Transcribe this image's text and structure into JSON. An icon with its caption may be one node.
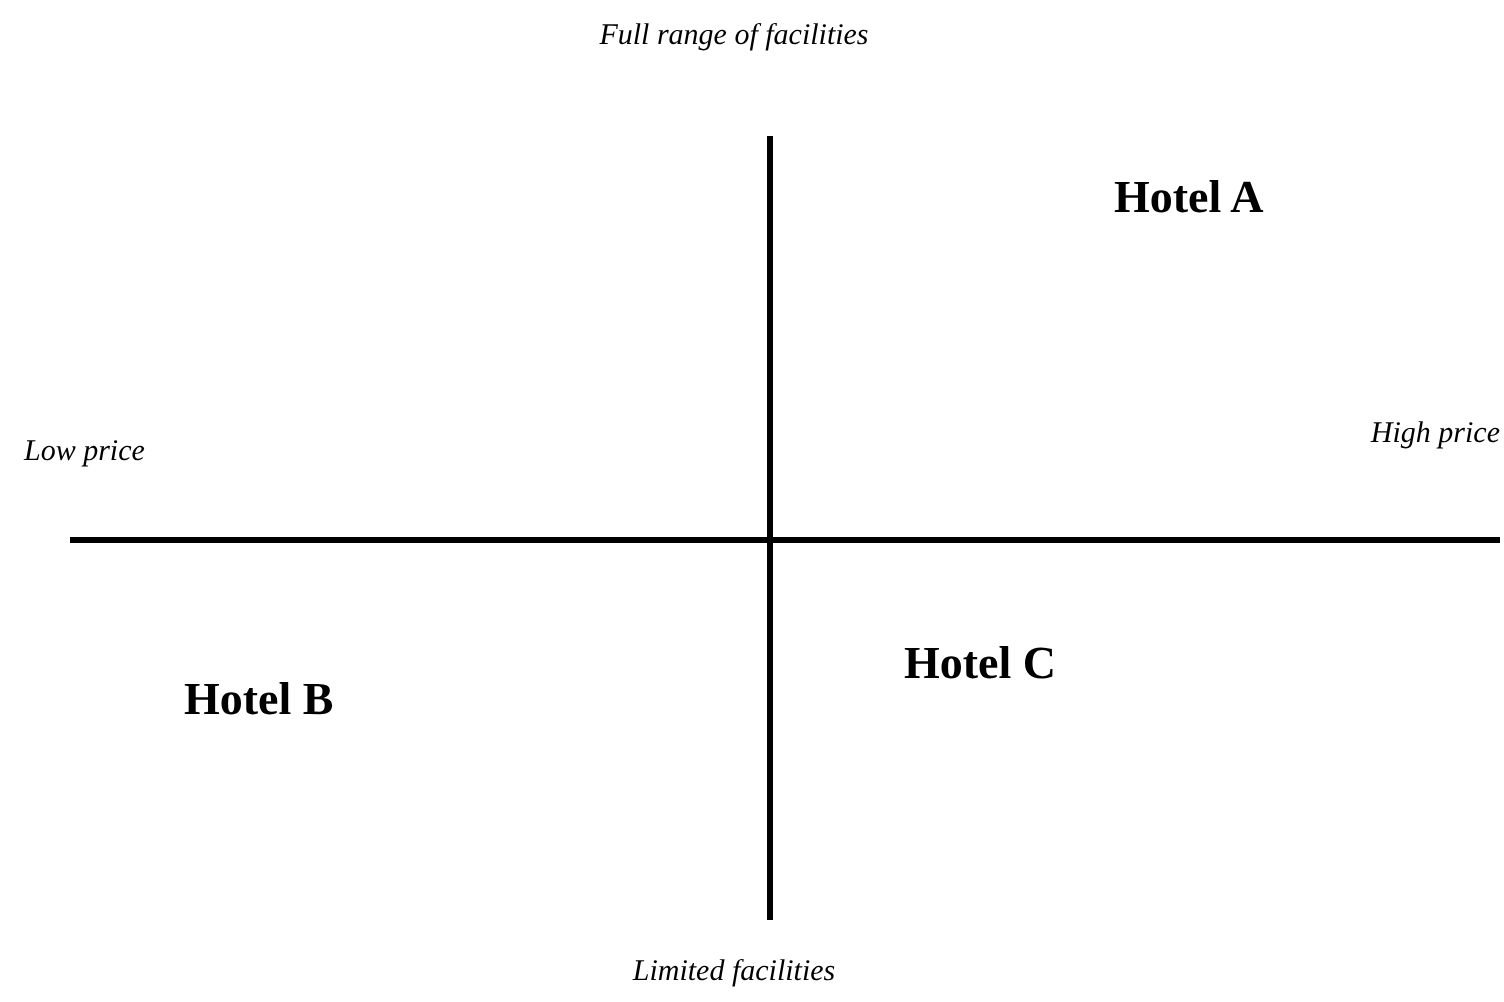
{
  "diagram": {
    "labels": [
      "Full range of facilities",
      "Hotel A",
      "Low price",
      "High price",
      "Hotel B",
      "Hotel C",
      "Limited facilities"
    ]
  }
}
